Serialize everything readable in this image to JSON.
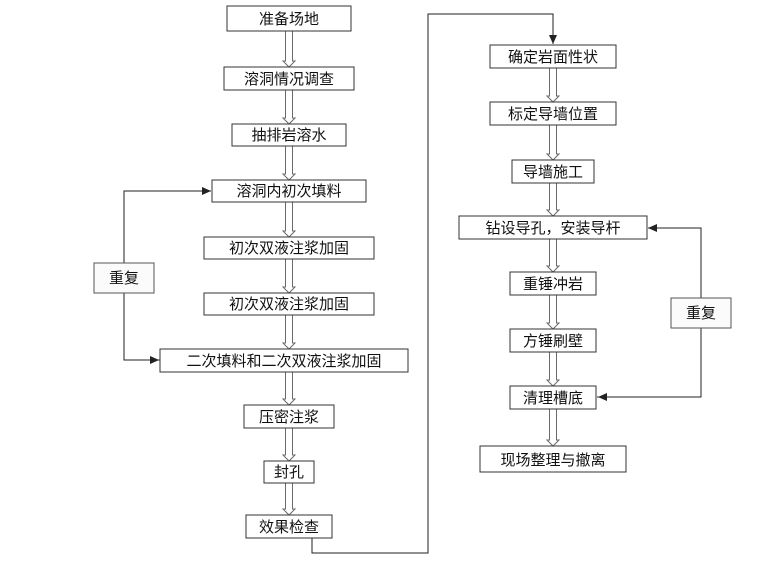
{
  "left_column": [
    "准备场地",
    "溶洞情况调查",
    "抽排岩溶水",
    "溶洞内初次填料",
    "初次双液注浆加固",
    "初次双液注浆加固",
    "二次填料和二次双液注浆加固",
    "压密注浆",
    "封孔",
    "效果检查"
  ],
  "right_column": [
    "确定岩面性状",
    "标定导墙位置",
    "导墙施工",
    "钻设导孔，安装导杆",
    "重锤冲岩",
    "方锤刷壁",
    "清理槽底",
    "现场整理与撤离"
  ],
  "loops": {
    "left": "重复",
    "right": "重复"
  }
}
